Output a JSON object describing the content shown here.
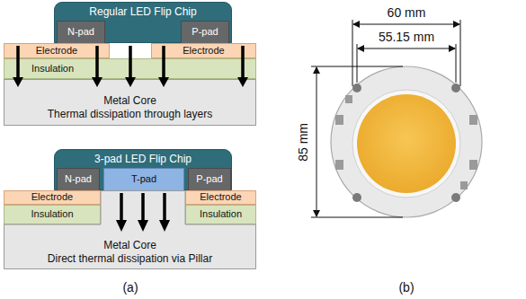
{
  "diagram": {
    "nodes": [
      {
        "text": [
          "Regular LED Flip Chip"
        ]
      },
      {
        "text": [
          "N-pad"
        ],
        "in": 0
      },
      {
        "text": [
          "P-pad"
        ],
        "in": 0
      },
      {
        "text": [
          "Electrode"
        ]
      },
      {
        "text": [
          "Electrode"
        ]
      },
      {
        "text": [
          "Insulation"
        ]
      },
      {
        "text": [
          "Metal Core",
          "Thermal dissipation through layers"
        ]
      },
      {
        "text": [
          "3-pad LED Flip Chip"
        ]
      },
      {
        "text": [
          "N-pad"
        ],
        "in": 7
      },
      {
        "text": [
          "T-pad"
        ],
        "in": 7
      },
      {
        "text": [
          "P-pad"
        ],
        "in": 7
      },
      {
        "text": [
          "Electrode"
        ]
      },
      {
        "text": [
          "Electrode"
        ]
      },
      {
        "text": [
          "Insulation"
        ]
      },
      {
        "text": [
          "Insulation"
        ]
      },
      {
        "text": [
          "Metal Core",
          "Direct thermal dissipation via Pillar"
        ]
      }
    ],
    "labels": [
      "(a)",
      "60 mm",
      "55.15 mm",
      "85 mm",
      "(b)"
    ]
  }
}
